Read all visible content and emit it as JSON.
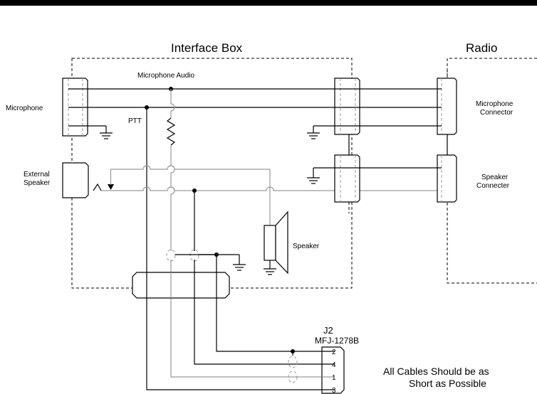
{
  "boxes": {
    "interface_box": "Interface Box",
    "radio": "Radio"
  },
  "labels": {
    "microphone": "Microphone",
    "microphone_audio": "Microphone Audio",
    "ptt": "PTT",
    "external_speaker_line1": "External",
    "external_speaker_line2": "Speaker",
    "speaker": "Speaker",
    "mic_connector_line1": "Microphone",
    "mic_connector_line2": "Connector",
    "spk_connector_line1": "Speaker",
    "spk_connector_line2": "Connecter",
    "j2": "J2",
    "j2_model": "MFJ-1278B"
  },
  "pins": [
    "2",
    "4",
    "1",
    "3"
  ],
  "note": {
    "line1": "All Cables Should be as",
    "line2": "Short as Possible"
  }
}
